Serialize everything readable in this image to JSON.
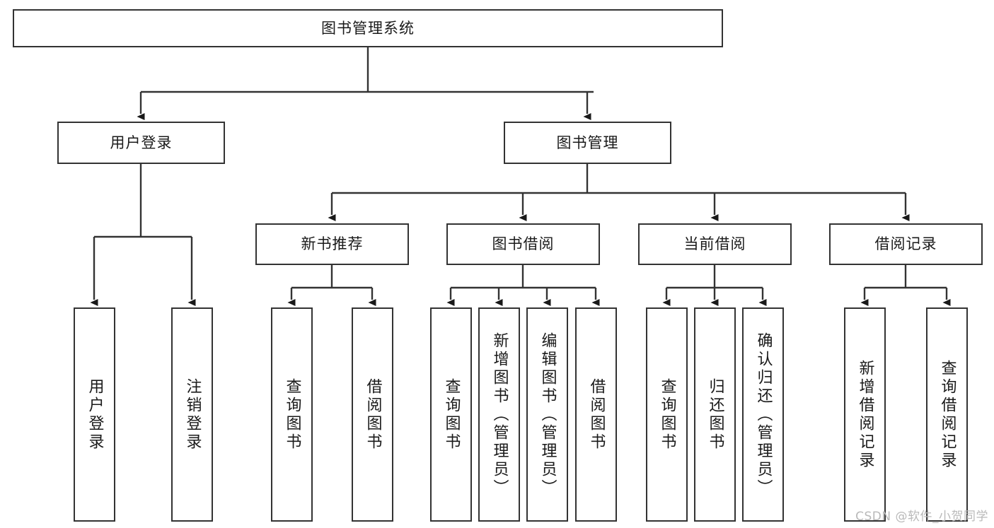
{
  "diagram": {
    "type": "tree",
    "title": "图书管理系统",
    "orientation": "top-down",
    "colors": {
      "background": "#ffffff",
      "box_border": "#333333",
      "box_fill": "#ffffff",
      "text": "#1a1a1a",
      "edge": "#333333",
      "watermark": "#b9b9b9"
    },
    "root": {
      "label": "图书管理系统"
    },
    "level2": [
      {
        "label": "用户登录"
      },
      {
        "label": "图书管理"
      }
    ],
    "level3": [
      {
        "label": "新书推荐"
      },
      {
        "label": "图书借阅"
      },
      {
        "label": "当前借阅"
      },
      {
        "label": "借阅记录"
      }
    ],
    "leaves": {
      "user_login": [
        {
          "label": "用户登录"
        },
        {
          "label": "注销登录"
        }
      ],
      "new_book_recommend": [
        {
          "label": "查询图书"
        },
        {
          "label": "借阅图书"
        }
      ],
      "book_borrow": [
        {
          "label": "查询图书"
        },
        {
          "label": "新增图书（管理员）"
        },
        {
          "label": "编辑图书（管理员）"
        },
        {
          "label": "借阅图书"
        }
      ],
      "current_borrow": [
        {
          "label": "查询图书"
        },
        {
          "label": "归还图书"
        },
        {
          "label": "确认归还（管理员）"
        }
      ],
      "borrow_record": [
        {
          "label": "新增借阅记录"
        },
        {
          "label": "查询借阅记录"
        }
      ]
    }
  },
  "watermark": {
    "text": "CSDN @软件_小贺同学"
  }
}
